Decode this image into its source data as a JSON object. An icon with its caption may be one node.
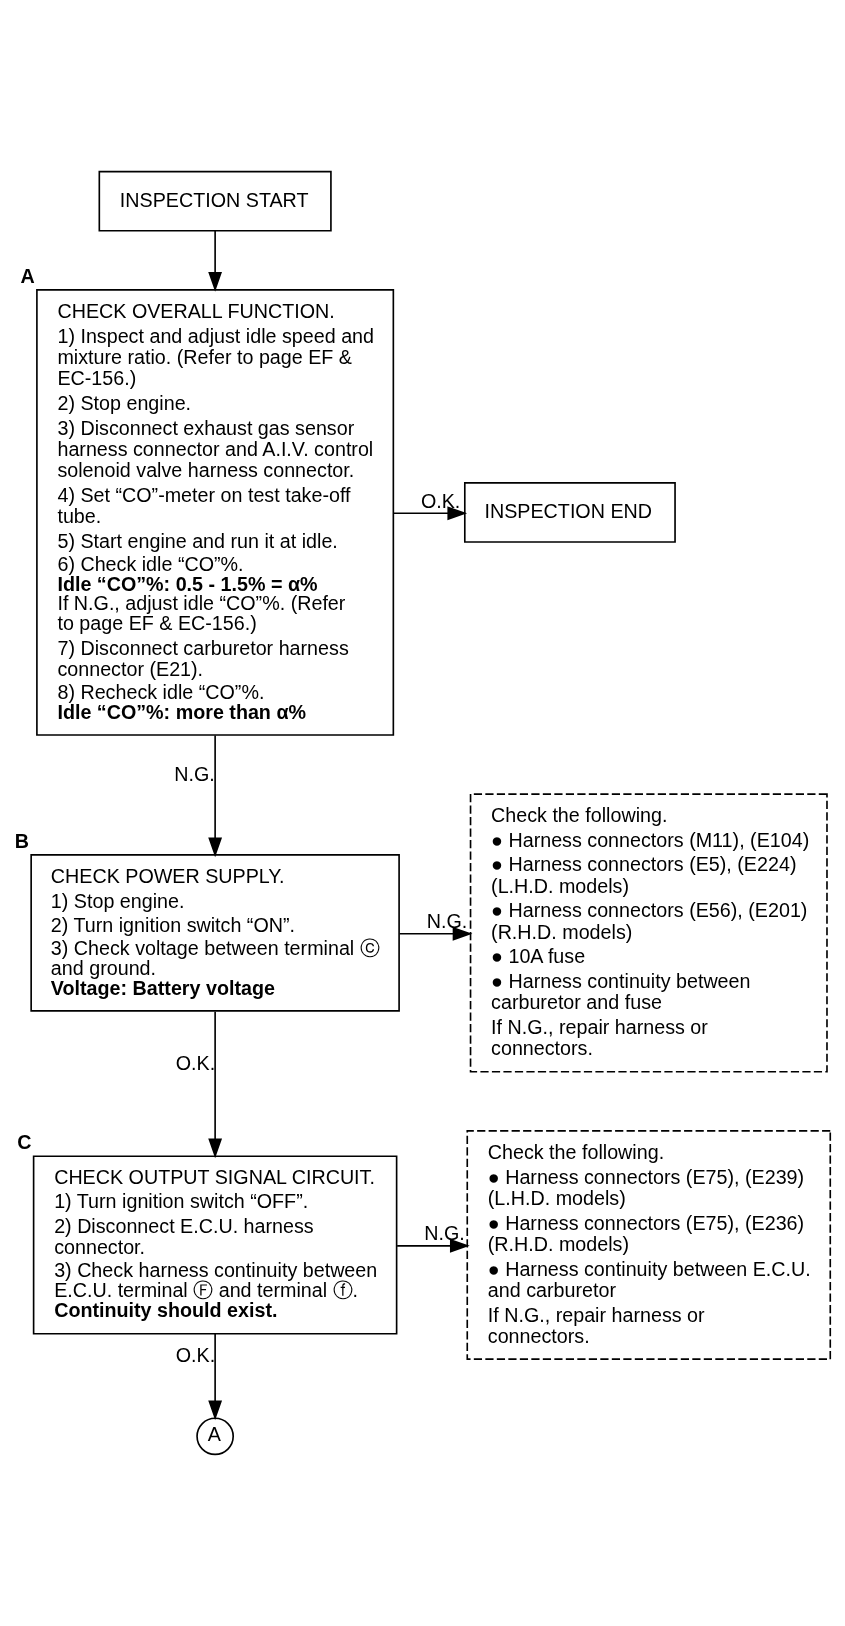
{
  "diagram": {
    "nodes": [
      {
        "text": [
          "INSPECTION START"
        ]
      },
      {
        "text": [
          "CHECK OVERALL FUNCTION.",
          "1) Inspect and adjust idle speed and mixture ratio. (Refer to page EF & EC-156.)",
          "2) Stop engine.",
          "3) Disconnect exhaust gas sensor harness connector and A.I.V. control solenoid valve harness connector.",
          "4) Set “CO”-meter on test take-off tube.",
          "5) Start engine and run it at idle.",
          "6) Check idle “CO”%. **Idle “CO”%: 0.5 - 1.5% = α%** If N.G., adjust idle “CO”%. (Refer to page EF & EC-156.)",
          "7) Disconnect carburetor harness connector (E21).",
          "8) Recheck idle “CO”%. **Idle “CO”%: more than α%**"
        ],
        "beside": [
          "A"
        ]
      },
      {
        "text": [
          "INSPECTION END"
        ]
      },
      {
        "text": [
          "CHECK POWER SUPPLY.",
          "1) Stop engine.",
          "2) Turn ignition switch “ON”.",
          "3) Check voltage between terminal ⓒ and ground. **Voltage: Battery voltage**"
        ],
        "beside": [
          "B"
        ]
      },
      {
        "text": [
          "Check the following.",
          "● Harness connectors (M11), (E104)",
          "● Harness connectors (E5), (E224) (L.H.D. models)",
          "● Harness connectors (E56), (E201) (R.H.D. models)",
          "● 10A fuse",
          "● Harness continuity between carburetor and fuse",
          "If N.G., repair harness or connectors."
        ]
      },
      {
        "text": [
          "CHECK OUTPUT SIGNAL CIRCUIT.",
          "1) Turn ignition switch “OFF”.",
          "2) Disconnect E.C.U. harness connector.",
          "3) Check harness continuity between E.C.U. terminal Ⓕ and terminal ⓕ. **Continuity should exist.**"
        ],
        "beside": [
          "C"
        ]
      },
      {
        "text": [
          "Check the following.",
          "● Harness connectors (E75), (E239) (L.H.D. models)",
          "● Harness connectors (E75), (E236) (R.H.D. models)",
          "● Harness continuity between E.C.U. and carburetor",
          "If N.G., repair harness or connectors."
        ]
      },
      {
        "text": [
          "A"
        ]
      }
    ],
    "edges": [
      {
        "from": 0,
        "to": 1,
        "arrow": "to"
      },
      {
        "from": 1,
        "to": 2,
        "arrow": "to",
        "label": "O.K."
      },
      {
        "from": 1,
        "to": 3,
        "arrow": "to",
        "label": "N.G."
      },
      {
        "from": 3,
        "to": 4,
        "arrow": "to",
        "label": "N.G."
      },
      {
        "from": 3,
        "to": 5,
        "arrow": "to",
        "label": "O.K."
      },
      {
        "from": 5,
        "to": 6,
        "arrow": "to",
        "label": "N.G."
      },
      {
        "from": 5,
        "to": 7,
        "arrow": "to",
        "label": "O.K."
      }
    ]
  }
}
